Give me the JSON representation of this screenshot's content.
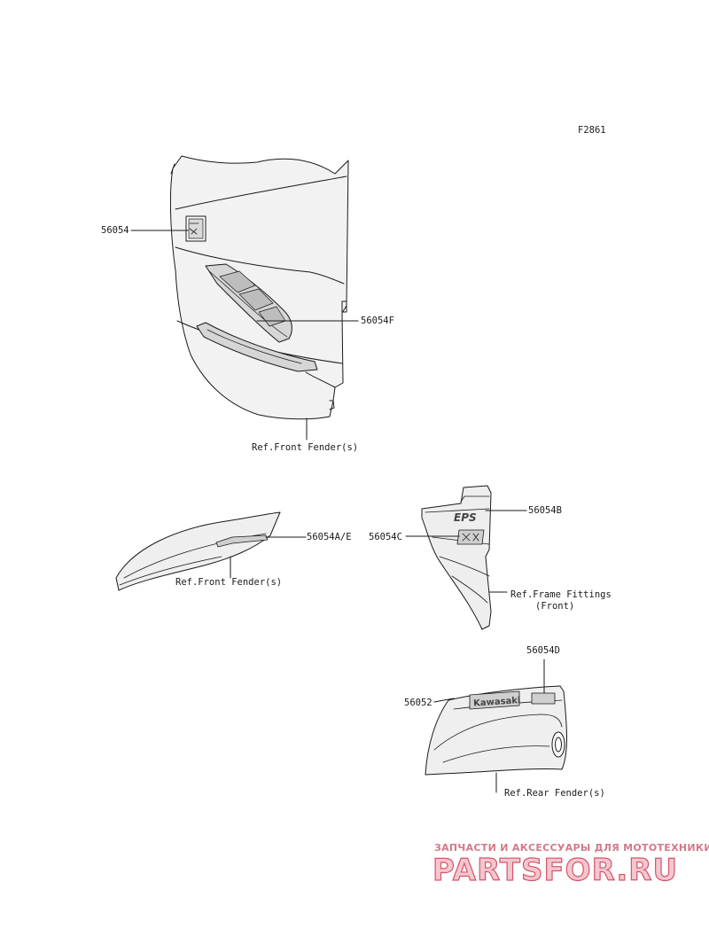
{
  "figure_code": "F2861",
  "labels": {
    "p56054": "56054",
    "p56054F": "56054F",
    "ref_front_fender_1": "Ref.Front Fender(s)",
    "p56054AE": "56054A/E",
    "ref_front_fender_2": "Ref.Front Fender(s)",
    "p56054B": "56054B",
    "p56054C": "56054C",
    "ref_frame_fittings": "Ref.Frame Fittings",
    "ref_frame_fittings_sub": "(Front)",
    "p56054D": "56054D",
    "p56052": "56052",
    "ref_rear_fender": "Ref.Rear Fender(s)"
  },
  "decal_text": {
    "kawasaki": "Kawasaki",
    "eps": "EPS"
  },
  "watermark": {
    "line": "ЗАПЧАСТИ И АКСЕССУАРЫ ДЛЯ МОТОТЕХНИКИ",
    "logo": "PARTSFOR.RU"
  },
  "colors": {
    "line": "#1a1a1a",
    "part_fill": "#ededed",
    "decal_fill": "#cfcfcf",
    "watermark": "#d8536a"
  }
}
